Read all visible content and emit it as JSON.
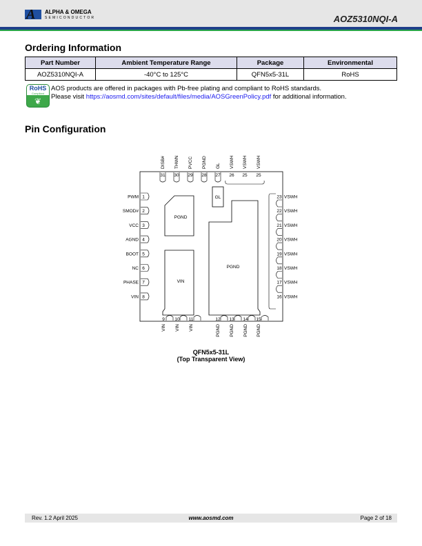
{
  "header": {
    "logo_line1": "ALPHA & OMEGA",
    "logo_line2": "SEMICONDUCTOR",
    "doc_title": "AOZ5310NQI-A"
  },
  "ordering": {
    "heading": "Ordering Information",
    "columns": [
      "Part Number",
      "Ambient Temperature Range",
      "Package",
      "Environmental"
    ],
    "rows": [
      [
        "AOZ5310NQI-A",
        "-40°C to 125°C",
        "QFN5x5-31L",
        "RoHS"
      ]
    ]
  },
  "rohs": {
    "badge": "RoHS",
    "badge_sub": "Compliant",
    "line1": "AOS products are offered in packages with Pb-free plating and compliant to RoHS standards.",
    "line2_pre": "Please visit ",
    "link": "https://aosmd.com/sites/default/files/media/AOSGreenPolicy.pdf",
    "line2_post": " for additional information."
  },
  "pin_config": {
    "heading": "Pin Configuration",
    "top_pins": [
      {
        "num": "31",
        "name": "DISB#"
      },
      {
        "num": "30",
        "name": "THWN"
      },
      {
        "num": "29",
        "name": "PVCC"
      },
      {
        "num": "28",
        "name": "PGND"
      },
      {
        "num": "27",
        "name": "GL"
      },
      {
        "num": "26",
        "name": "VSWH"
      },
      {
        "num": "25",
        "name": "VSWH"
      },
      {
        "num": "25",
        "name": "VSWH"
      }
    ],
    "left_pins": [
      {
        "num": "1",
        "name": "PWM"
      },
      {
        "num": "2",
        "name": "SMOD#"
      },
      {
        "num": "3",
        "name": "VCC"
      },
      {
        "num": "4",
        "name": "AGND"
      },
      {
        "num": "5",
        "name": "BOOT"
      },
      {
        "num": "6",
        "name": "NC"
      },
      {
        "num": "7",
        "name": "PHASE"
      },
      {
        "num": "8",
        "name": "VIN"
      }
    ],
    "right_pins": [
      {
        "num": "23",
        "name": "VSWH"
      },
      {
        "num": "22",
        "name": "VSWH"
      },
      {
        "num": "21",
        "name": "VSWH"
      },
      {
        "num": "20",
        "name": "VSWH"
      },
      {
        "num": "19",
        "name": "VSWH"
      },
      {
        "num": "18",
        "name": "VSWH"
      },
      {
        "num": "17",
        "name": "VSWH"
      },
      {
        "num": "16",
        "name": "VSWH"
      }
    ],
    "bottom_pins": [
      {
        "num": "9",
        "name": "VIN"
      },
      {
        "num": "10",
        "name": "VIN"
      },
      {
        "num": "11",
        "name": "VIN"
      },
      {
        "num": "12",
        "name": "PGND"
      },
      {
        "num": "13",
        "name": "PGND"
      },
      {
        "num": "14",
        "name": "PGND"
      },
      {
        "num": "15",
        "name": "PGND"
      }
    ],
    "pads": {
      "pgnd_small": "PGND",
      "vin": "VIN",
      "gl": "GL",
      "pgnd_large": "PGND"
    },
    "caption1": "QFN5x5-31L",
    "caption2": "(Top Transparent View)"
  },
  "footer": {
    "rev": "Rev. 1.2 April 2025",
    "site": "www.aosmd.com",
    "page": "Page 2 of 18"
  }
}
